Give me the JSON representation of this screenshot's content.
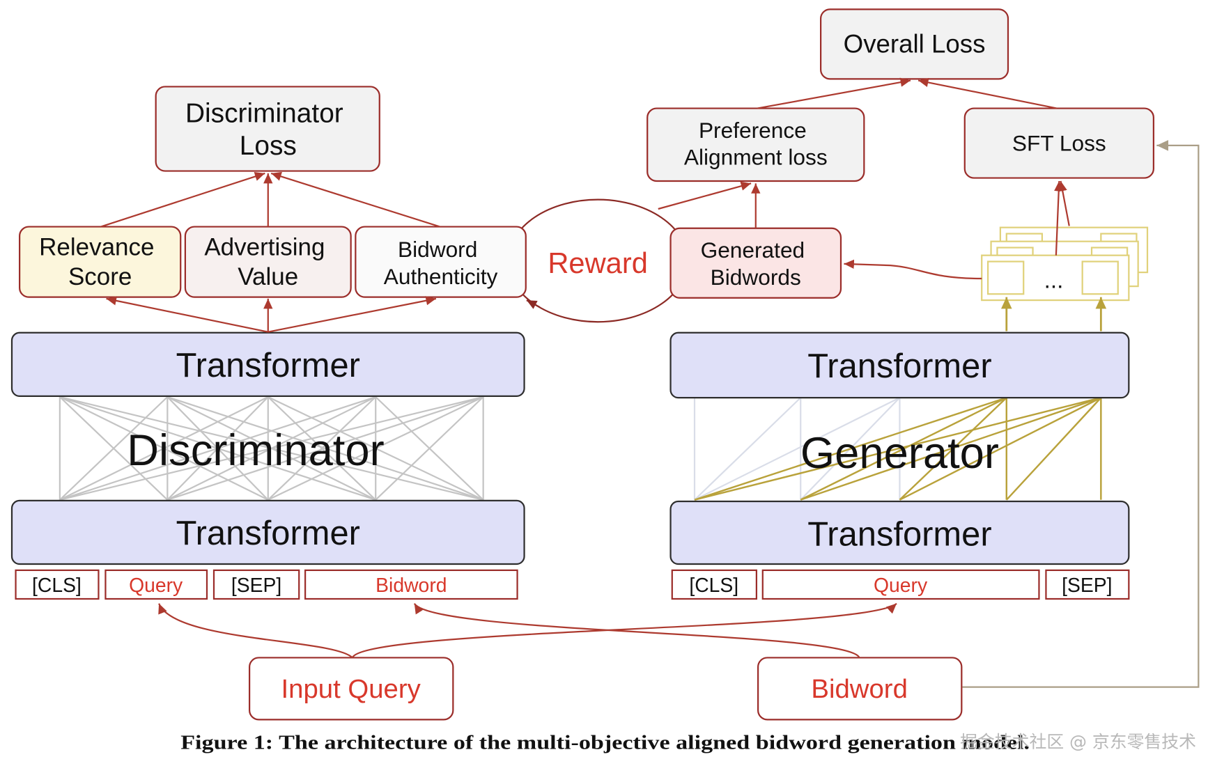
{
  "losses": {
    "overall": "Overall Loss",
    "discriminator": [
      "Discriminator",
      "Loss"
    ],
    "preference": [
      "Preference",
      "Alignment loss"
    ],
    "sft": "SFT Loss"
  },
  "discriminator": {
    "name": "Discriminator",
    "transformer_top": "Transformer",
    "transformer_bottom": "Transformer",
    "scores": [
      [
        "Relevance",
        "Score"
      ],
      [
        "Advertising",
        "Value"
      ],
      [
        "Bidword",
        "Authenticity"
      ]
    ],
    "tokens": [
      "[CLS]",
      "Query",
      "[SEP]",
      "Bidword"
    ]
  },
  "reward": "Reward",
  "generator": {
    "name": "Generator",
    "transformer_top": "Transformer",
    "transformer_bottom": "Transformer",
    "generated": [
      "Generated",
      "Bidwords"
    ],
    "output_ellipsis": "...",
    "tokens": [
      "[CLS]",
      "Query",
      "[SEP]"
    ]
  },
  "inputs": {
    "query": "Input Query",
    "bidword": "Bidword"
  },
  "figure": {
    "caption": "Figure 1: The architecture of the multi-objective aligned bidword generation model.",
    "watermark": "掘金技术社区 @ 京东零售技术"
  },
  "colors": {
    "box_border": "#9b2d2a",
    "arrow": "#ad3a2f",
    "accent_red": "#d8382b",
    "loss_fill": "#f2f2f2",
    "relevance_fill": "#fcf6dc",
    "advertising_fill": "#f7f0ef",
    "authenticity_fill": "#fafafa",
    "generated_fill": "#fbe5e5",
    "transformer_fill": "#dfe0f8",
    "transformer_border": "#2e2e2e",
    "attention_gray": "#c4c4c4",
    "attention_light": "#d9dde8",
    "attention_gold": "#b9a23b",
    "output_gold": "#e0d17a",
    "skip_arrow": "#aa9e87",
    "reward_ring": "#8c2a25"
  }
}
